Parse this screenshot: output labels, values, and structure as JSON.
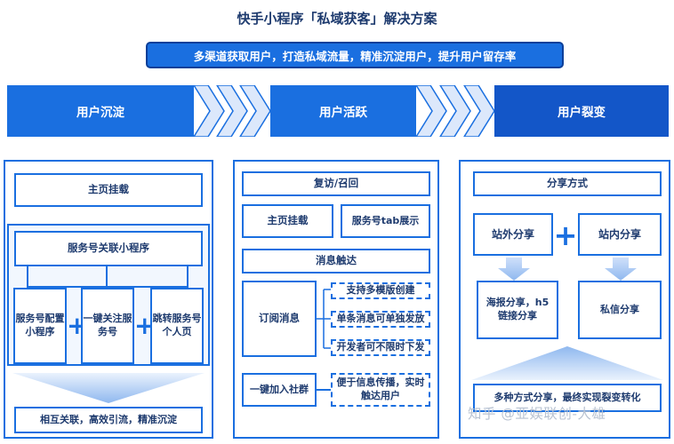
{
  "title": "快手小程序「私域获客」解决方案",
  "subtitle": "多渠道获取用户，打造私域流量，精准沉淀用户，提升用户留存率",
  "stages": [
    "用户沉淀",
    "用户活跃",
    "用户裂变"
  ],
  "panel1": {
    "homepage": "主页挂载",
    "service_link": "服务号关联小程序",
    "items": [
      "服务号配置小程序",
      "一键关注服务号",
      "跳转服务号个人页"
    ],
    "result": "相互关联，高效引流，精准沉淀"
  },
  "panel2": {
    "revisit": "复访/召回",
    "homepage": "主页挂载",
    "tab_display": "服务号tab展示",
    "message_reach": "消息触达",
    "subscribe": "订阅消息",
    "subscribe_items": [
      "支持多模版创建",
      "单条消息可单独发放",
      "开发者可不限时下发"
    ],
    "join_group": "一键加入社群",
    "join_group_desc": "便于信息传播，实时触达用户"
  },
  "panel3": {
    "share_methods": "分享方式",
    "external_share": "站外分享",
    "internal_share": "站内分享",
    "external_detail": "海报分享，h5链接分享",
    "internal_detail": "私信分享",
    "result": "多种方式分享，最终实现裂变转化"
  },
  "watermark": "知乎 @亚娱联创-大雄",
  "colors": {
    "primary": "#1a6fe0",
    "dark": "#1356c8",
    "text": "#1d3a6e"
  }
}
